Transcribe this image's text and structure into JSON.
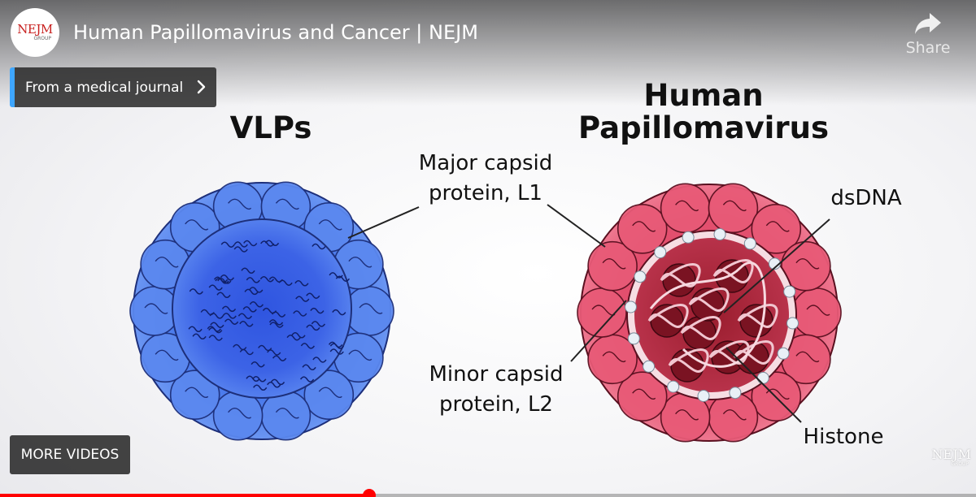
{
  "player": {
    "title": "Human Papillomavirus and Cancer | NEJM",
    "channel_logo": {
      "main": "NEJM",
      "sub": "GROUP"
    },
    "share_label": "Share",
    "info_card_label": "From a medical journal",
    "more_videos_label": "MORE VIDEOS",
    "watermark": {
      "main": "NEJM",
      "sub": "GROUP"
    },
    "progress": 0.378
  },
  "illustration": {
    "left_heading": "VLPs",
    "right_heading_line1": "Human",
    "right_heading_line2": "Papillomavirus",
    "label_major_line1": "Major capsid",
    "label_major_line2": "protein, L1",
    "label_dsdna": "dsDNA",
    "label_minor_line1": "Minor capsid",
    "label_minor_line2": "protein, L2",
    "label_histone": "Histone"
  },
  "colors": {
    "vlp_blue": "#3f6fe6",
    "hpv_red": "#e0516c",
    "dna_dark": "#8e1b2a",
    "accent_progress": "#ff0000",
    "card_accent": "#3ea6ff"
  },
  "icons": {
    "share": "share-arrow-icon",
    "info_card": "chevron-right-icon"
  }
}
